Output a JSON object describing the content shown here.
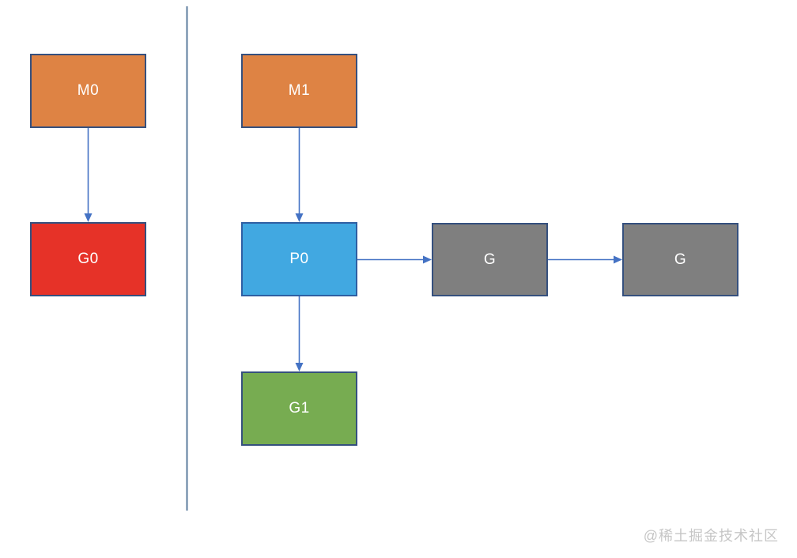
{
  "diagram": {
    "description": "GMP scheduler diagram",
    "nodes": {
      "m0": {
        "label": "M0",
        "fill": "#DE8344",
        "border": "#35507E"
      },
      "m1": {
        "label": "M1",
        "fill": "#DE8344",
        "border": "#35507E"
      },
      "g0": {
        "label": "G0",
        "fill": "#E63228",
        "border": "#35507E"
      },
      "p0": {
        "label": "P0",
        "fill": "#41A8E1",
        "border": "#2E5FA3"
      },
      "gq1": {
        "label": "G",
        "fill": "#7F7F7F",
        "border": "#35507E"
      },
      "gq2": {
        "label": "G",
        "fill": "#7F7F7F",
        "border": "#35507E"
      },
      "g1": {
        "label": "G1",
        "fill": "#77AC51",
        "border": "#35507E"
      }
    },
    "edges": [
      {
        "from": "m0",
        "to": "g0"
      },
      {
        "from": "m1",
        "to": "p0"
      },
      {
        "from": "p0",
        "to": "gq1"
      },
      {
        "from": "gq1",
        "to": "gq2"
      },
      {
        "from": "p0",
        "to": "g1"
      }
    ]
  },
  "colors": {
    "arrow": "#4472C4",
    "divider": "#5C7C9E",
    "watermark": "#C6C6C6",
    "background": "#FFFFFF"
  },
  "watermark": {
    "text": "@稀土掘金技术社区"
  }
}
